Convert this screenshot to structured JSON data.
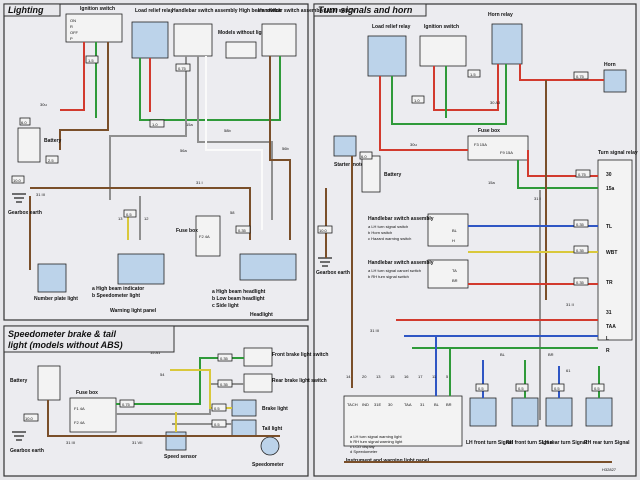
{
  "panels": {
    "lighting": {
      "title": "Lighting",
      "labels": {
        "ignition_switch": "Ignition switch",
        "load_relief_relay": "Load relief relay",
        "handlebar_switch_high_beam": "Handlebar switch assembly High beam switch",
        "models_without_light_switch": "Models without light switch",
        "handlebar_switch_light": "Handlebar switch assembly Light switch",
        "battery": "Battery",
        "gearbox_earth": "Gearbox earth",
        "number_plate_light": "Number plate light",
        "fuse_box": "Fuse box",
        "warning_light_panel": "Warning light panel",
        "headlight": "Headlight",
        "legend_a": "a  High beam indicator",
        "legend_b": "b  Speedometer light",
        "legend_headlight_a": "a  High beam headlight",
        "legend_headlight_b": "b  Low beam headlight",
        "legend_headlight_c": "c  Side light",
        "fuse": "F2 4A",
        "switch_pos_on": "ON",
        "switch_pos_r": "R",
        "switch_pos_off": "OFF",
        "switch_pos_p": "P",
        "wire_30u": "30u",
        "wire_15a": "15a",
        "wire_31": "31 I",
        "wire_56a": "56a",
        "wire_56b": "56b",
        "wire_58": "58",
        "wire_58b": "58b",
        "wire_31iii": "31 III",
        "w_10": "1.0",
        "w_15": "1.5",
        "w_075": "0.75",
        "w_05": "0.5",
        "w_035": "0.35",
        "w_25": "2.5",
        "w_60": "6.0",
        "w_100": "10.0",
        "w_13": "13",
        "w_12": "12"
      }
    },
    "turn_signals": {
      "title": "Turn signals and horn",
      "labels": {
        "load_relief_relay": "Load relief relay",
        "ignition_switch": "Ignition switch",
        "horn_relay": "Horn relay",
        "horn": "Horn",
        "fuse_box": "Fuse box",
        "starter_motor": "Starter motor",
        "battery": "Battery",
        "gearbox_earth": "Gearbox earth",
        "turn_signal_relay": "Turn signal relay",
        "handlebar_switch_1": "Handlebar switch assembly",
        "legend_a1": "a  LH turn signal switch",
        "legend_b1": "b  Horn switch",
        "legend_c1": "c  Hazard warning switch",
        "handlebar_switch_2": "Handlebar switch assembly",
        "legend_a2": "a  LH turn signal cancel switch",
        "legend_b2": "b  RH turn signal switch",
        "panel_legend_a": "a  LH turn signal warning light",
        "panel_legend_b": "b  RH turn signal warning light",
        "panel_legend_c": "c  LCD display",
        "panel_legend_d": "d  Speedometer",
        "instrument_panel": "Instrument and warning light panel",
        "lh_front": "LH front turn Signal",
        "rh_front": "RH front turn Signal",
        "lh_rear": "LH rear turn Signal",
        "rh_rear": "RH rear turn Signal",
        "fuse_f3": "F3 15A",
        "fuse_f9": "F9 15A",
        "t_30": "30",
        "t_15a": "15a",
        "t_tl": "TL",
        "t_wbt": "WBT",
        "t_tr": "TR",
        "t_31": "31",
        "t_taa": "TAA",
        "t_l": "L",
        "t_r": "R",
        "t_bl": "BL",
        "t_br": "BR",
        "t_ta": "TA",
        "t_h": "H",
        "conn_14": "14",
        "conn_20": "20",
        "conn_13": "13",
        "conn_15": "15",
        "conn_16": "16",
        "conn_17": "17",
        "conn_11": "11",
        "conn_5": "5",
        "pin_tach": "TACH",
        "pin_ind": "IND",
        "pin_31e": "31E",
        "pin_30": "30",
        "pin_taa": "TAA",
        "pin_31": "31",
        "pin_bl": "BL",
        "pin_br": "BR",
        "wire_30u": "30u",
        "wire_15a": "15a",
        "wire_30a3": "30 A3",
        "wire_31i": "31 I",
        "wire_31ii": "31 II",
        "wire_31iii": "31 III",
        "wire_61": "61",
        "code": "H32827",
        "w_05": "0.5",
        "w_075": "0.75",
        "w_15": "1.5",
        "w_10": "1.0",
        "w_035": "0.35",
        "w_25": "2.5",
        "w_60": "6.0",
        "w_100": "10.0",
        "w_1": "1",
        "w_2": "2",
        "w_3": "3",
        "w_4": "4",
        "w_6": "6",
        "w_7": "7",
        "w_8": "8",
        "w_9": "9",
        "w_10i": "10",
        "w_d": "d"
      }
    },
    "speedometer": {
      "title": "Speedometer brake & tail light (models without ABS)",
      "labels": {
        "battery": "Battery",
        "gearbox_earth": "Gearbox earth",
        "fuse_box": "Fuse box",
        "speed_sensor": "Speed sensor",
        "front_brake": "Front brake light switch",
        "rear_brake": "Rear brake light switch",
        "brake_light": "Brake light",
        "tail_light": "Tail light",
        "speedometer": "Speedometer",
        "wire_15a1": "15 A1",
        "wire_54": "54",
        "wire_31iii": "31 III",
        "wire_31vii": "31 VII",
        "fuse_f1": "F1 4A",
        "fuse_f2": "F2 4A",
        "w_05": "0.5",
        "w_075": "0.75",
        "w_035": "0.35",
        "w_100": "10.0",
        "w_2": "2",
        "w_1": "1",
        "w_3": "3",
        "w_4": "4",
        "w_8": "8"
      }
    }
  },
  "colors": {
    "background": "#e6e6ea",
    "wire_red": "#d23a2e",
    "wire_green": "#2f9a3a",
    "wire_brown": "#7a4f2a",
    "wire_grey": "#8f8f8f",
    "wire_blue": "#2f56c4",
    "wire_yellow": "#d9c83b",
    "wire_white": "#fafafa",
    "wire_black": "#1a1a1a",
    "component_fill": "#bcd3ea"
  }
}
